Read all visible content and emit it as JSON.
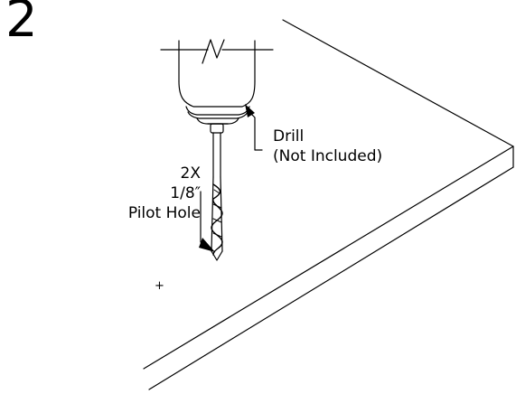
{
  "step": {
    "number": "2"
  },
  "callouts": {
    "drill": [
      "Drill",
      "(Not Included)"
    ],
    "pilot_hole": [
      "2X",
      "1/8″",
      "Pilot Hole"
    ]
  },
  "center_mark": "+"
}
